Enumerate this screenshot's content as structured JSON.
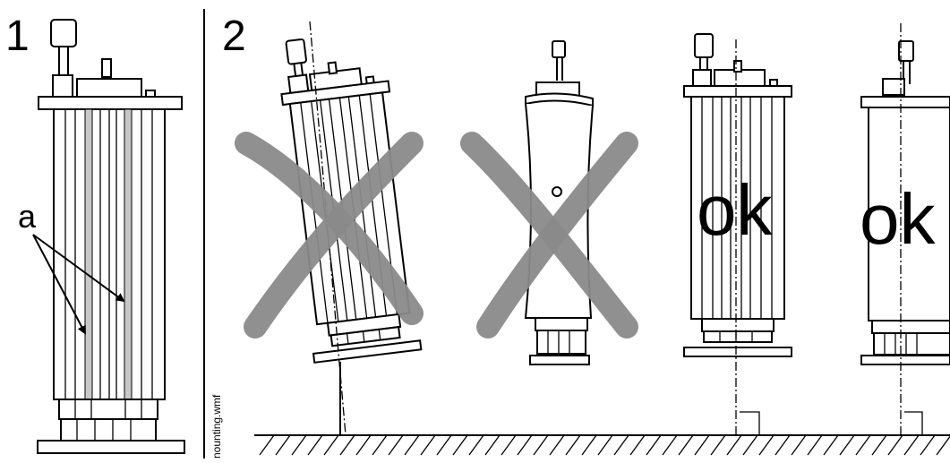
{
  "figure": {
    "panel1_label": "1",
    "panel2_label": "2",
    "callout_a": "a",
    "ok_label_1": "ok",
    "ok_label_2": "ok",
    "file_name": "nounting.wmf"
  },
  "colors": {
    "line": "#000000",
    "cross": "#8a8a8a",
    "rod_highlight": "#c8c8c8"
  }
}
